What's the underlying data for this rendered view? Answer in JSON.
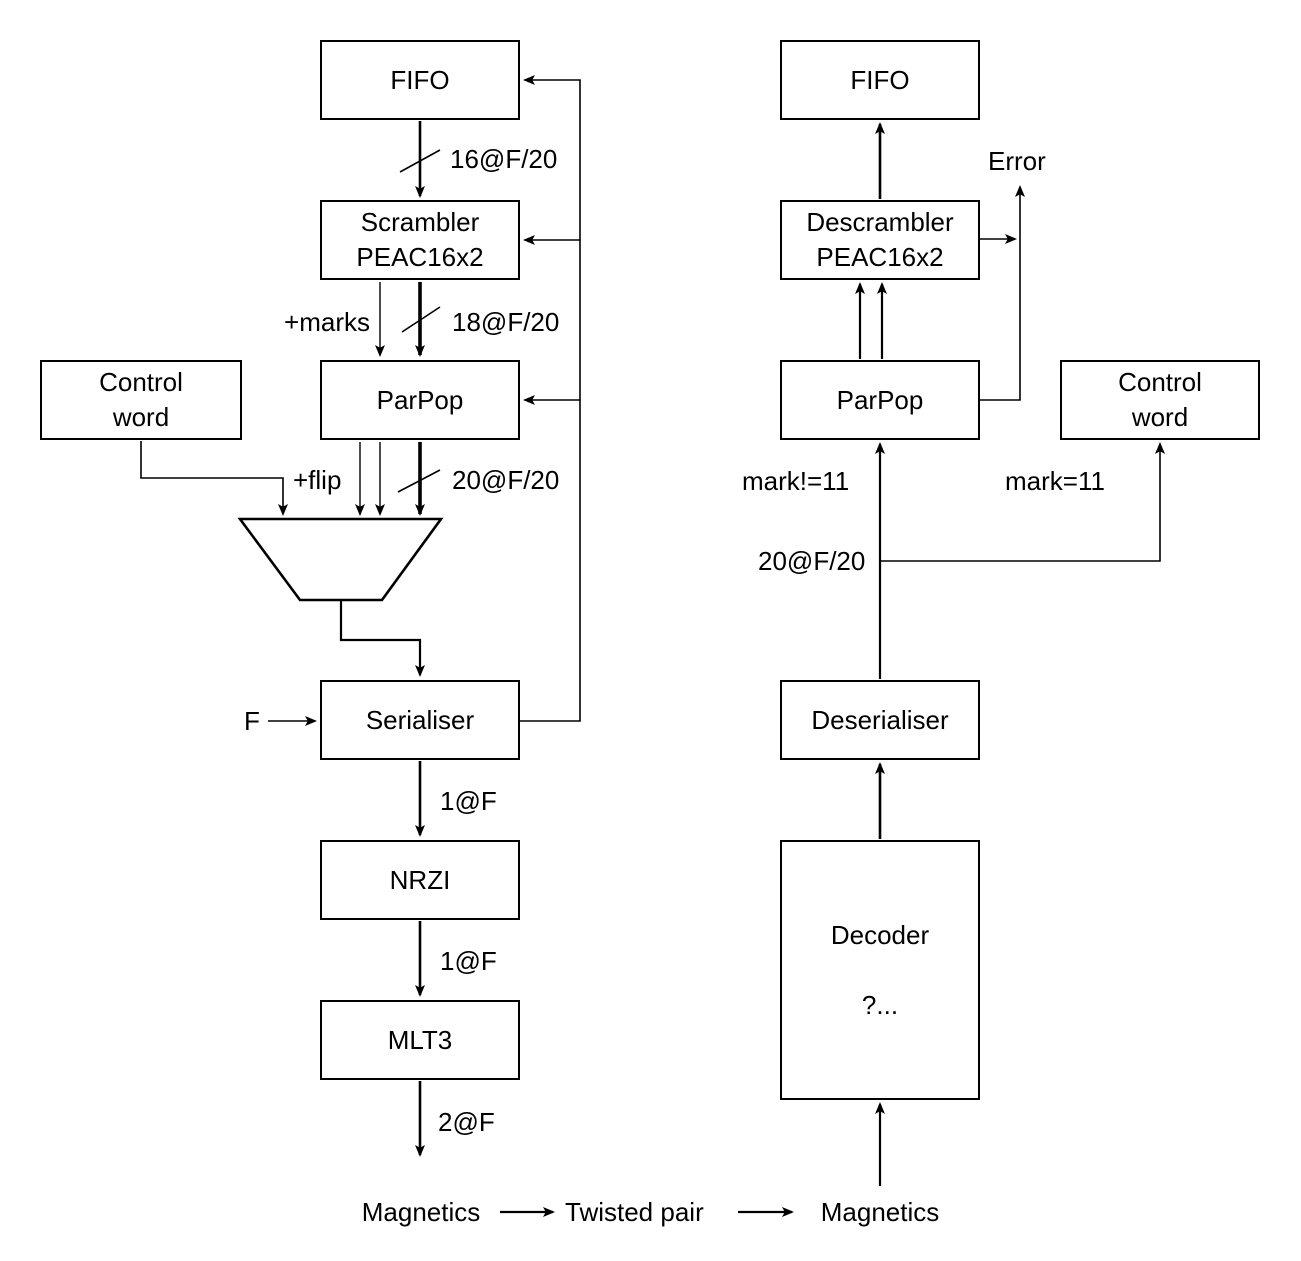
{
  "diagram": {
    "colors": {
      "line": "#000000",
      "background": "#ffffff"
    },
    "transmit": {
      "fifo": "FIFO",
      "scrambler": "Scrambler\nPEAC16x2",
      "parpop": "ParPop",
      "control_word": "Control\nword",
      "serialiser": "Serialiser",
      "nrzi": "NRZI",
      "mlt3": "MLT3",
      "labels": {
        "bus16": "16@F/20",
        "marks": "+marks",
        "bus18": "18@F/20",
        "flip": "+flip",
        "bus20": "20@F/20",
        "clock": "F",
        "serial_1f_a": "1@F",
        "serial_1f_b": "1@F",
        "serial_2f": "2@F"
      }
    },
    "receive": {
      "fifo": "FIFO",
      "descrambler": "Descrambler\nPEAC16x2",
      "parpop": "ParPop",
      "control_word": "Control\nword",
      "deserialiser": "Deserialiser",
      "decoder": "Decoder\n\n?...",
      "labels": {
        "error": "Error",
        "mark_not_equal": "mark!=11",
        "mark_equal": "mark=11",
        "bus20": "20@F/20"
      }
    },
    "channel": {
      "magnetics_tx": "Magnetics",
      "twisted_pair": "Twisted pair",
      "magnetics_rx": "Magnetics"
    }
  }
}
